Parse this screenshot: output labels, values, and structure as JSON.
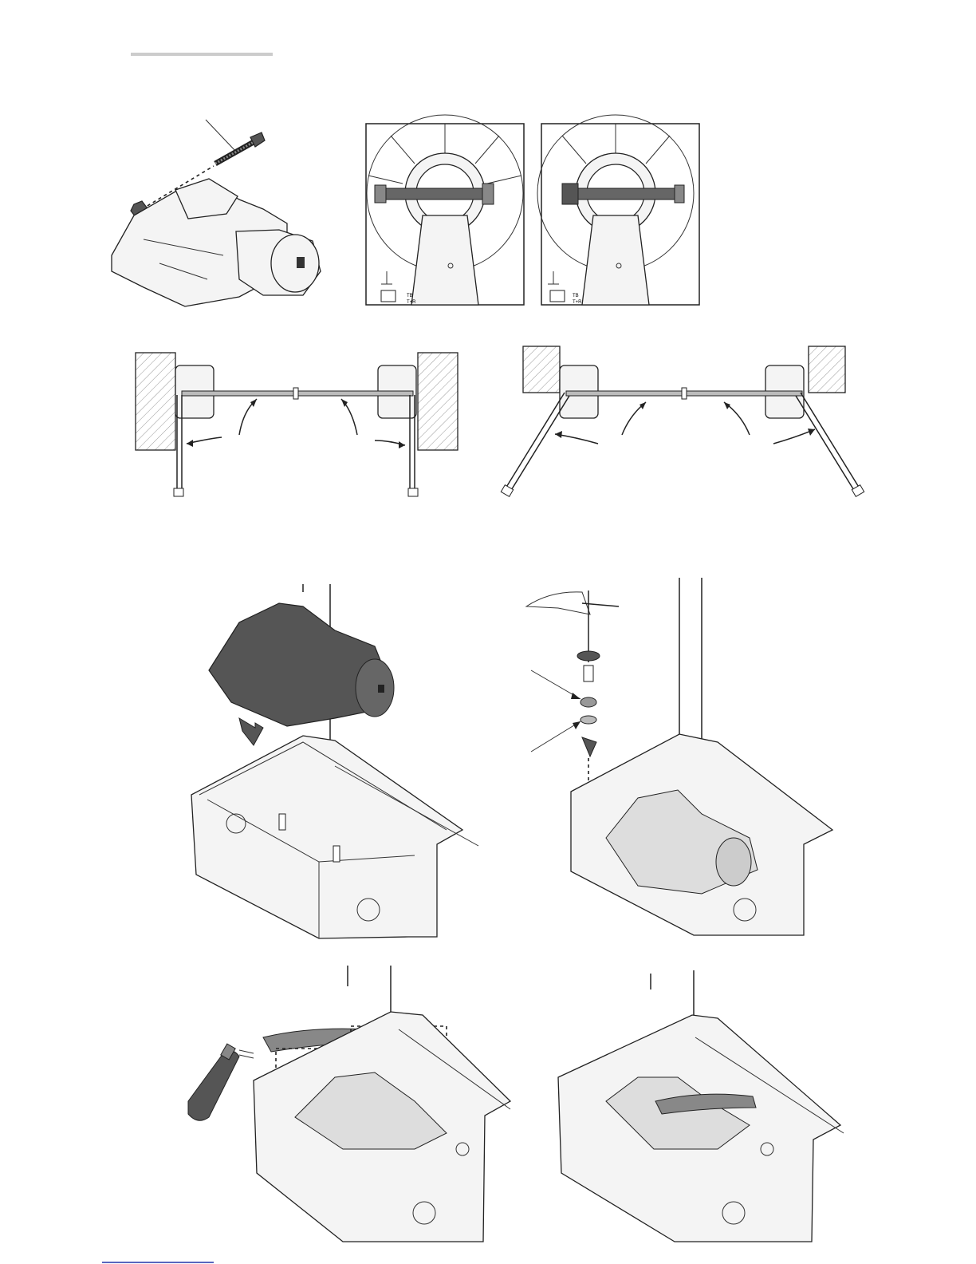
{
  "header_rule_color": "#cccccc",
  "footer_link_color": "#2233aa",
  "panels": {
    "shaft_detail_left": {
      "small_text_top": "TB",
      "small_text_bottom": "T+R"
    },
    "shaft_detail_right": {
      "small_text_top": "TB",
      "small_text_bottom": "T+R"
    }
  }
}
